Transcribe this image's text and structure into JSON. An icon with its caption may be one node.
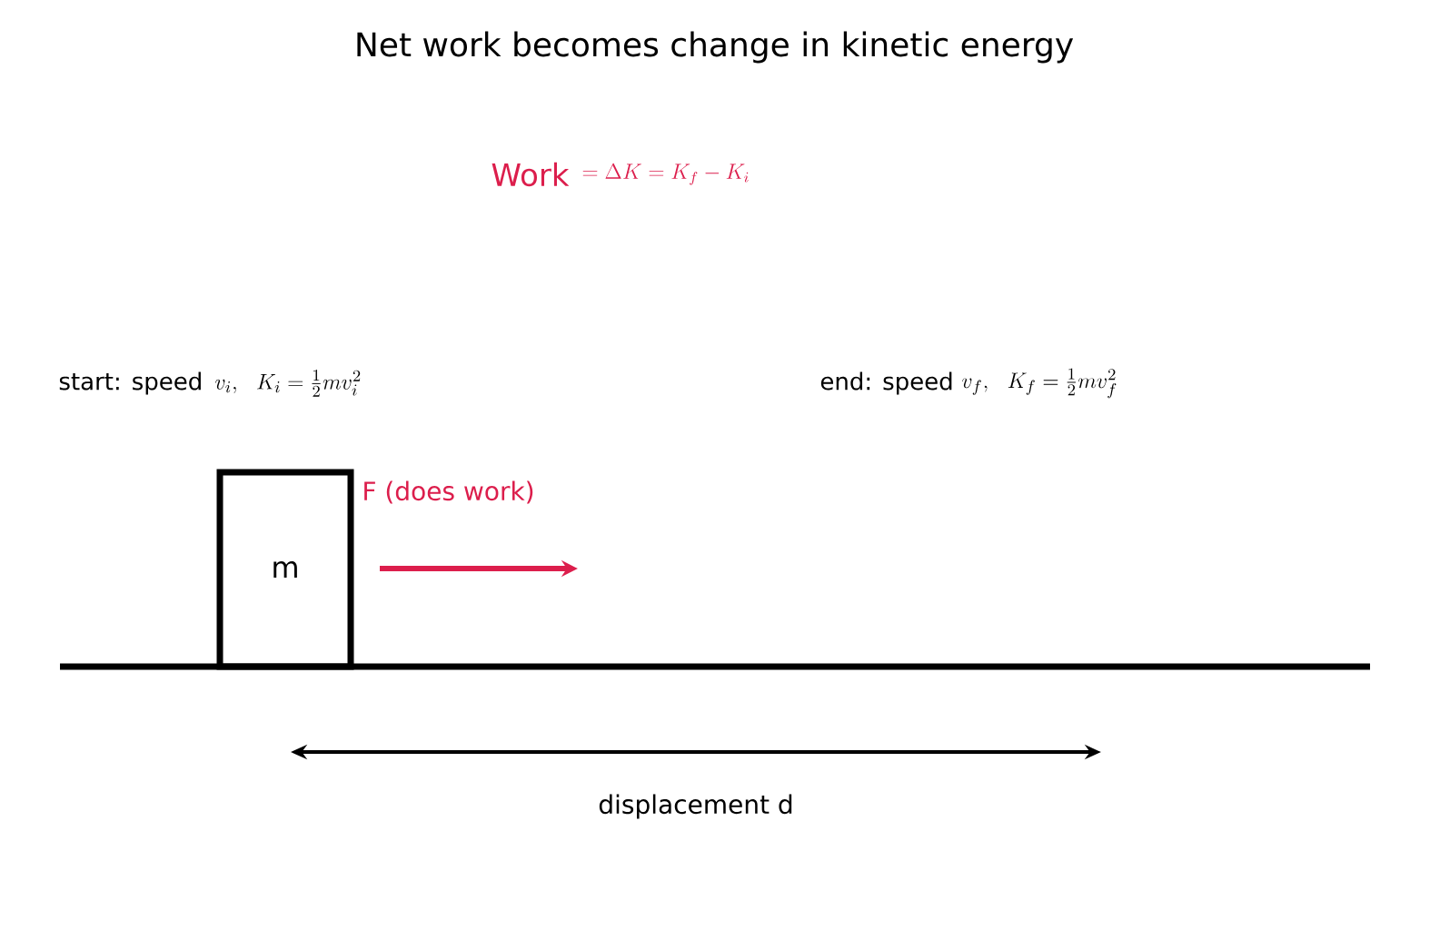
{
  "diagram": {
    "title": "Net work becomes change in kinetic energy",
    "nodes": [
      {
        "text": [
          "m"
        ]
      }
    ],
    "labels": [
      "Work",
      "=\\Delta K = K_f - K_i",
      "start: speed",
      "v_i,\\ \\ K_i = \\tfrac{1}{2}mv_i^2",
      "end: speed",
      "v_f,\\ \\ K_f = \\tfrac{1}{2}mv_f^2",
      "F  (does work)",
      "displacement d"
    ]
  }
}
